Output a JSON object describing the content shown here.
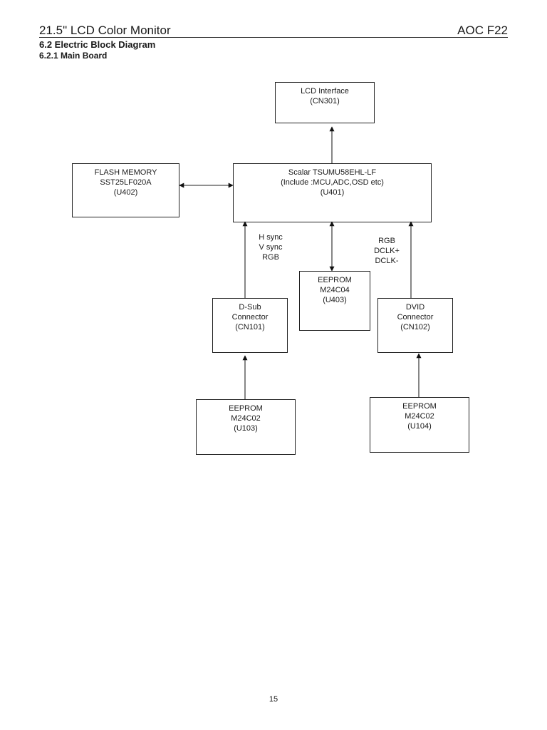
{
  "header": {
    "title": "21.5\" LCD Color Monitor",
    "model": "AOC F22"
  },
  "section": {
    "heading": "6.2 Electric Block Diagram",
    "subheading": "6.2.1 Main Board"
  },
  "blocks": {
    "lcd": {
      "lines": [
        "LCD Interface",
        "(CN301)"
      ]
    },
    "flash": {
      "lines": [
        "FLASH MEMORY",
        "SST25LF020A",
        "(U402)"
      ]
    },
    "scalar": {
      "lines": [
        "Scalar TSUMU58EHL-LF",
        "(Include :MCU,ADC,OSD etc)",
        "(U401)"
      ]
    },
    "eeprom_u403": {
      "lines": [
        "EEPROM",
        "M24C04",
        "(U403)"
      ]
    },
    "dsub": {
      "lines": [
        "D-Sub",
        "Connector",
        "(CN101)"
      ]
    },
    "dvid": {
      "lines": [
        "DVID",
        "Connector",
        "(CN102)"
      ]
    },
    "eeprom_u103": {
      "lines": [
        "EEPROM",
        "M24C02",
        "(U103)"
      ]
    },
    "eeprom_u104": {
      "lines": [
        "EEPROM",
        "M24C02",
        "(U104)"
      ]
    }
  },
  "signals": {
    "dsub": [
      "H sync",
      "V sync",
      "RGB"
    ],
    "dvid": [
      "RGB",
      "DCLK+",
      "DCLK-"
    ]
  },
  "page_number": "15"
}
